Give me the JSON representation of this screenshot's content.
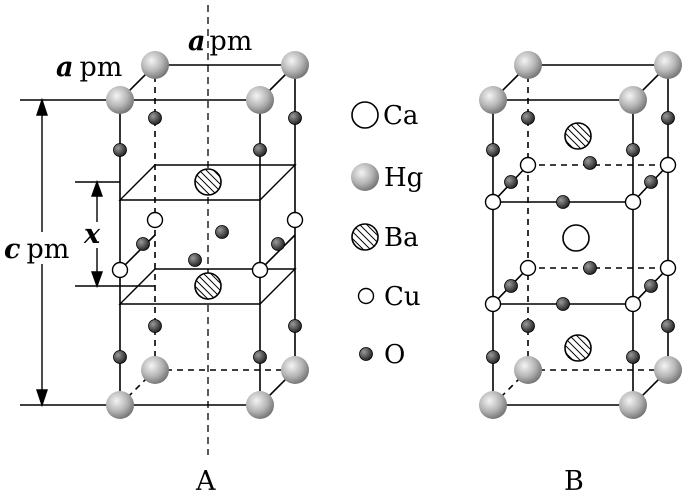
{
  "diagram": {
    "structure_a": {
      "caption": "A",
      "label_a_left": "pm",
      "label_a_top": "pm",
      "label_c": "pm",
      "label_x": "x",
      "symbol_a": "a",
      "symbol_c": "c"
    },
    "structure_b": {
      "caption": "B"
    },
    "legend": [
      {
        "atom": "Ca",
        "style": "open-large"
      },
      {
        "atom": "Hg",
        "style": "gray-sphere"
      },
      {
        "atom": "Ba",
        "style": "hatched"
      },
      {
        "atom": "Cu",
        "style": "open-small"
      },
      {
        "atom": "O",
        "style": "dark-small"
      }
    ]
  }
}
